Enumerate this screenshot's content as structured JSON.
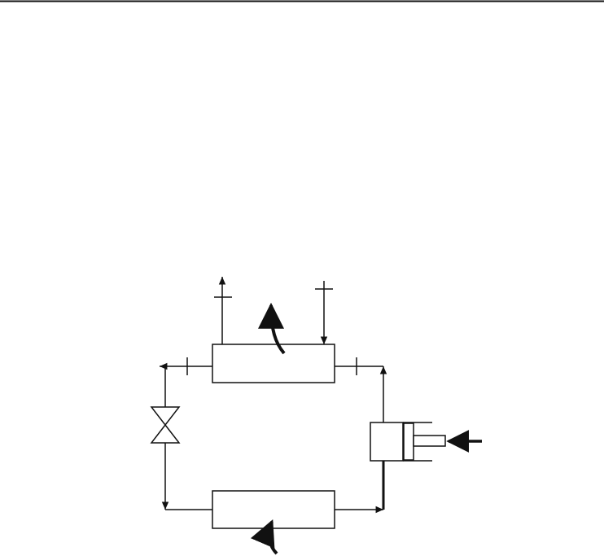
{
  "diagram": {
    "kind": "schematic",
    "components": [
      "top-heat-exchanger",
      "bottom-heat-exchanger",
      "expansion-valve",
      "piston-compressor"
    ],
    "arrows": [
      "heat-out-arrow",
      "heat-in-arrow",
      "work-input-arrow",
      "external-flow-out-arrow",
      "external-flow-in-arrow"
    ],
    "colors": {
      "stroke": "#111111",
      "background": "#ffffff"
    }
  }
}
